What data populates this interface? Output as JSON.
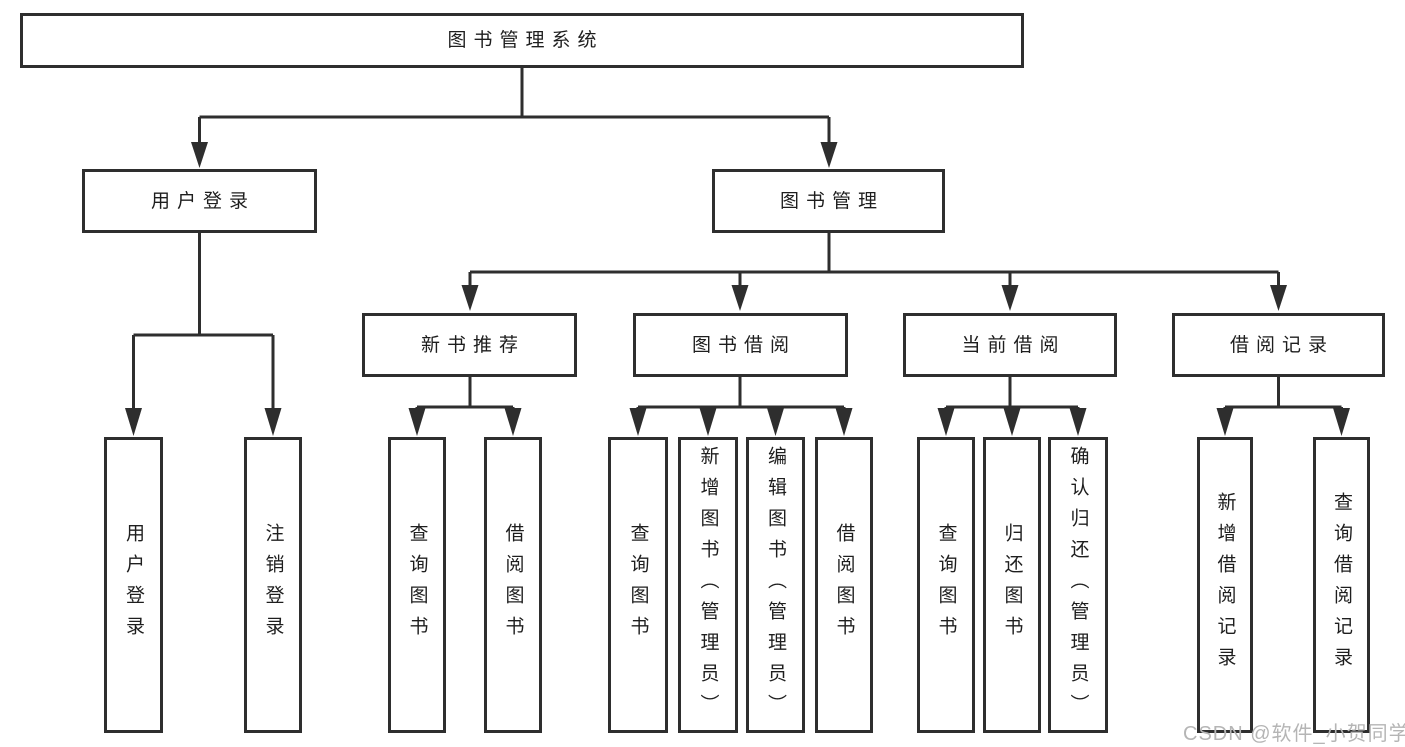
{
  "diagram": {
    "title_node": {
      "label": "图书管理系统"
    },
    "level2": [
      {
        "id": "user-login",
        "label": "用户登录"
      },
      {
        "id": "book-management",
        "label": "图书管理"
      }
    ],
    "level3": [
      {
        "id": "new-book-recommend",
        "label": "新书推荐"
      },
      {
        "id": "book-borrow",
        "label": "图书借阅"
      },
      {
        "id": "current-borrow",
        "label": "当前借阅"
      },
      {
        "id": "borrow-records",
        "label": "借阅记录"
      }
    ],
    "groups": {
      "user_login": {
        "items": [
          {
            "label": "用户登录"
          },
          {
            "label": "注销登录"
          }
        ]
      },
      "new_book": {
        "items": [
          {
            "label": "查询图书"
          },
          {
            "label": "借阅图书"
          }
        ]
      },
      "borrow": {
        "items": [
          {
            "label": "查询图书"
          },
          {
            "label": "新增图书（管理员）"
          },
          {
            "label": "编辑图书（管理员）"
          },
          {
            "label": "借阅图书"
          }
        ]
      },
      "current": {
        "items": [
          {
            "label": "查询图书"
          },
          {
            "label": "归还图书"
          },
          {
            "label": "确认归还（管理员）"
          }
        ]
      },
      "records": {
        "items": [
          {
            "label": "新增借阅记录"
          },
          {
            "label": "查询借阅记录"
          }
        ]
      }
    },
    "watermark": "CSDN @软件_小贺同学",
    "colors": {
      "line": "#2e2e2e",
      "box_border": "#2e2e2e",
      "text": "#1e1e1e",
      "watermark": "#b5b5b5",
      "background": "#ffffff"
    }
  }
}
